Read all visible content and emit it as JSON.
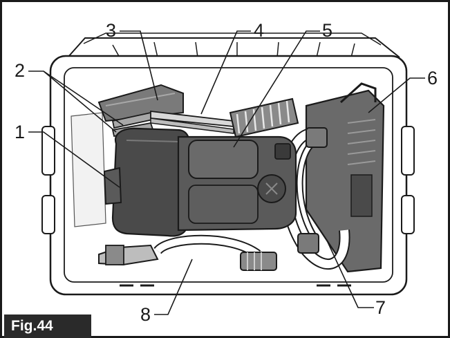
{
  "figure": {
    "label": "Fig.44",
    "callouts": [
      "1",
      "2",
      "3",
      "4",
      "5",
      "6",
      "7",
      "8"
    ]
  },
  "colors": {
    "line": "#1a1a1a",
    "part_dark": "#4a4a4a",
    "part_mid": "#7a7a7a",
    "part_light": "#a8a8a8",
    "case_fill": "#ffffff",
    "label_bg": "#2a2a2a",
    "label_text": "#ffffff"
  }
}
